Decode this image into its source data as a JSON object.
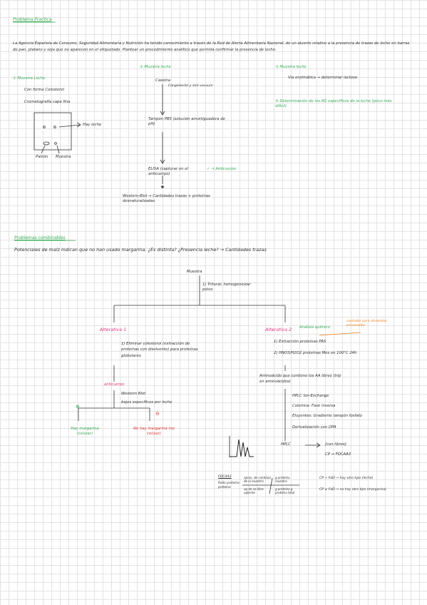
{
  "page1": {
    "title": "Problema Practica",
    "intro": "La Agencia Española de Consumo, Seguridad Alimentaria y Nutrición ha tenido conocimiento a través de la Red de Alerta Alimentaria Nacional, de un aluerto relativo a la presencia de trazas de leche en barras de pan, platano y soja que no aparecen en el etiquetado. Plantear un procedimiento analítico que permita confirmar la presencia de leche.",
    "col1_head": "① Muestra Leche",
    "col1_l1": "Con forma Colesterol",
    "col1_l2": "Cromatografía capa fina",
    "col1_spot_label": "Hay leche",
    "col1_bottom_left": "Patrón",
    "col1_bottom_right": "Muestra",
    "col2_head": "② Muestra leche",
    "col2_step1": "Caseína",
    "col2_step1_note": "Congelación y aire vacuum",
    "col2_step2": "Tampón PBS (solución amortiguadora de pH)",
    "col2_step3": "ELISA (capturar en el anticuerpo)",
    "col2_step3_note": "✓ ⇒ Anticuerpo",
    "col2_step4": "Western-Blot → Cantidades trazas + proteínas desnaturalizadas",
    "col3_head": "③ Muestra leche",
    "col3_l1": "Vía enzimática → determinar lactosa",
    "col3_head2": "④ Determinación de los AG específicos de la leche (poco más difícil)"
  },
  "page2": {
    "title": "Problemas combinables",
    "question": "Potenciales de maíz indican que no han usado margarina. ¿Es distinta? ¿Presencia leche? → Cantidades trazas",
    "root": "Muestra",
    "root_note": "1) Triturar, homogeneizar polvo",
    "alt1": "Alterativa 1",
    "alt1_step": "1) Eliminar colesterol (extracción de proteínas con disolvente) para proteínas globulares",
    "alt1_ab": "anticuerpo",
    "alt1_wb": "Western Blot",
    "alt1_wb_note": "bajos específicos por leche",
    "alt1_pos_mark": "⊕",
    "alt1_neg_mark": "⊖",
    "alt1_left": "Hay margarina (celular)",
    "alt1_right": "No hay margarina (no celular)",
    "alt2": "Alterativa 2",
    "alt2_tag": "Análisis químico",
    "orange_note": "contador para alimentos procesados",
    "alt2_s1": "1) Extracción proteínas PAS",
    "alt2_s2": "2) HNO3/H2O2 proteínas Mes en 100°C 24h",
    "alt2_s3": "Aminoácido que contiene los AA libres (trip en aminoácidos)",
    "hplc_a": "HPLC Ion-Exchange",
    "hplc_b": "Columna: Fase inversa",
    "hplc_c": "Eluyentes: Gradiente tampón fosfato",
    "hplc_d": "Derivatización con OPA",
    "hplc_e": "HPLC",
    "hplc_f1": "[con libres]",
    "hplc_f2": "CP → FDCAA3",
    "f_label": "FDCAA3",
    "f_sub": "Ratio proteína proteína",
    "f_num1": "aprox. de cantidad de la muestra",
    "f_num2": "g proteína muestra",
    "f_den1": "ug de aa libre ugleche",
    "f_den2": "g proteína g proteína total",
    "f_r1": "CP + FdD → hay otro tipo (leche)",
    "f_r2": "CP ≠ FdD → no hay otro tipo (margarina)"
  }
}
